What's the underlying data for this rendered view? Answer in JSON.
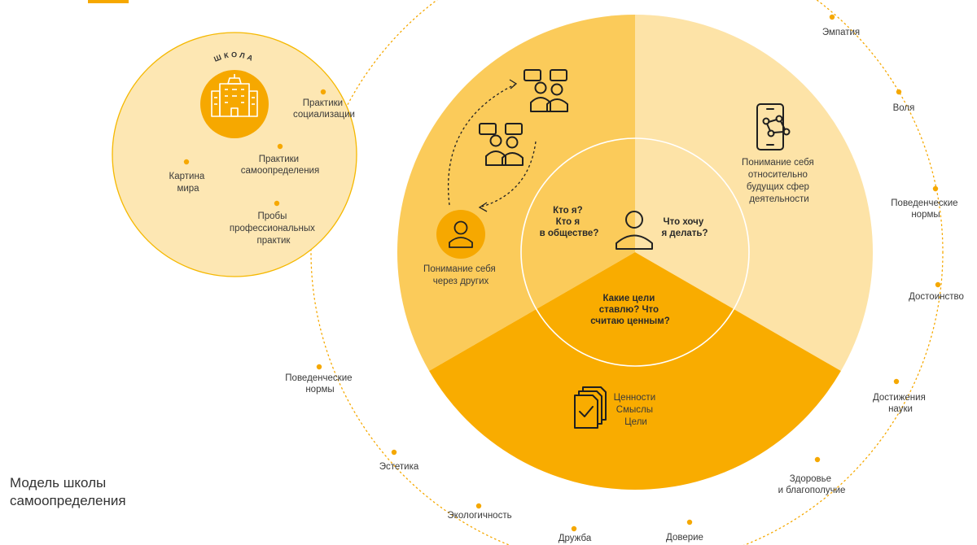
{
  "colors": {
    "ring_dots": "#f5a800",
    "sector_left": "#fbcb5a",
    "sector_right": "#fde3a7",
    "sector_bottom": "#f9ac00",
    "school_circle": "#fde7b3",
    "school_border": "#f5b800",
    "accent": "#f6a800"
  },
  "title": {
    "line1": "Модель школы",
    "line2": "самоопределения"
  },
  "school": {
    "arc_label": "ШКОЛА",
    "icon": "school-building-icon",
    "items": [
      {
        "line1": "Практики",
        "line2": "социализации"
      },
      {
        "line1": "Практики",
        "line2": "самоопределения"
      },
      {
        "line1": "Картина",
        "line2": "мира"
      },
      {
        "line1": "Пробы",
        "line2": "профессиональных",
        "line3": "практик"
      }
    ]
  },
  "sectors": {
    "left": {
      "icon": "people-dialogue-icon",
      "avatar_icon": "person-icon",
      "line1": "Понимание себя",
      "line2": "через других"
    },
    "right": {
      "icon": "phone-network-icon",
      "line1": "Понимание себя",
      "line2": "относительно",
      "line3": "будущих сфер",
      "line4": "деятельности"
    },
    "bottom": {
      "icon": "documents-check-icon",
      "line1": "Ценности",
      "line2": "Смыслы",
      "line3": "Цели"
    }
  },
  "center": {
    "icon": "person-icon",
    "left_q": {
      "line1": "Кто я?",
      "line2": "Кто я",
      "line3": "в обществе?"
    },
    "right_q": {
      "line1": "Что хочу",
      "line2": "я делать?"
    },
    "bottom_q": {
      "line1": "Какие цели",
      "line2": "ставлю? Что",
      "line3": "считаю ценным?"
    }
  },
  "ring_items": [
    {
      "line1": "Эмпатия"
    },
    {
      "line1": "Воля"
    },
    {
      "line1": "Поведенческие",
      "line2": "нормы"
    },
    {
      "line1": "Достоинство"
    },
    {
      "line1": "Достижения",
      "line2": "науки"
    },
    {
      "line1": "Здоровье",
      "line2": "и благополучие"
    },
    {
      "line1": "Доверие"
    },
    {
      "line1": "Дружба"
    },
    {
      "line1": "Экологичность"
    },
    {
      "line1": "Эстетика"
    },
    {
      "line1": "Поведенческие",
      "line2": "нормы"
    }
  ]
}
